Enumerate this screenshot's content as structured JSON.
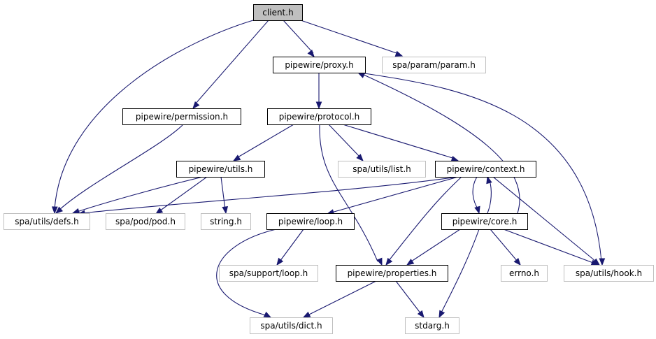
{
  "graph": {
    "colors": {
      "edge": "#191970",
      "root_fill": "#bfbfbf",
      "root_border": "#000000",
      "internal_border": "#000000",
      "external_border": "#bfbfbf"
    },
    "nodes": [
      {
        "id": "client_h",
        "label": "client.h",
        "kind": "root"
      },
      {
        "id": "proxy_h",
        "label": "pipewire/proxy.h",
        "kind": "internal"
      },
      {
        "id": "param_h",
        "label": "spa/param/param.h",
        "kind": "external"
      },
      {
        "id": "permission_h",
        "label": "pipewire/permission.h",
        "kind": "internal"
      },
      {
        "id": "protocol_h",
        "label": "pipewire/protocol.h",
        "kind": "internal"
      },
      {
        "id": "utils_h",
        "label": "pipewire/utils.h",
        "kind": "internal"
      },
      {
        "id": "list_h",
        "label": "spa/utils/list.h",
        "kind": "external"
      },
      {
        "id": "context_h",
        "label": "pipewire/context.h",
        "kind": "internal"
      },
      {
        "id": "defs_h",
        "label": "spa/utils/defs.h",
        "kind": "external"
      },
      {
        "id": "pod_h",
        "label": "spa/pod/pod.h",
        "kind": "external"
      },
      {
        "id": "string_h",
        "label": "string.h",
        "kind": "external"
      },
      {
        "id": "loop_h",
        "label": "pipewire/loop.h",
        "kind": "internal"
      },
      {
        "id": "core_h",
        "label": "pipewire/core.h",
        "kind": "internal"
      },
      {
        "id": "support_loop_h",
        "label": "spa/support/loop.h",
        "kind": "external"
      },
      {
        "id": "properties_h",
        "label": "pipewire/properties.h",
        "kind": "internal"
      },
      {
        "id": "errno_h",
        "label": "errno.h",
        "kind": "external"
      },
      {
        "id": "hook_h",
        "label": "spa/utils/hook.h",
        "kind": "external"
      },
      {
        "id": "dict_h",
        "label": "spa/utils/dict.h",
        "kind": "external"
      },
      {
        "id": "stdarg_h",
        "label": "stdarg.h",
        "kind": "external"
      }
    ],
    "edges": [
      {
        "from": "client_h",
        "to": "proxy_h"
      },
      {
        "from": "client_h",
        "to": "param_h"
      },
      {
        "from": "client_h",
        "to": "permission_h"
      },
      {
        "from": "client_h",
        "to": "defs_h"
      },
      {
        "from": "proxy_h",
        "to": "protocol_h"
      },
      {
        "from": "proxy_h",
        "to": "hook_h"
      },
      {
        "from": "permission_h",
        "to": "defs_h"
      },
      {
        "from": "protocol_h",
        "to": "utils_h"
      },
      {
        "from": "protocol_h",
        "to": "list_h"
      },
      {
        "from": "protocol_h",
        "to": "context_h"
      },
      {
        "from": "protocol_h",
        "to": "properties_h"
      },
      {
        "from": "utils_h",
        "to": "defs_h"
      },
      {
        "from": "utils_h",
        "to": "pod_h"
      },
      {
        "from": "utils_h",
        "to": "string_h"
      },
      {
        "from": "context_h",
        "to": "defs_h"
      },
      {
        "from": "context_h",
        "to": "loop_h"
      },
      {
        "from": "context_h",
        "to": "core_h"
      },
      {
        "from": "context_h",
        "to": "properties_h"
      },
      {
        "from": "context_h",
        "to": "hook_h"
      },
      {
        "from": "core_h",
        "to": "context_h"
      },
      {
        "from": "core_h",
        "to": "proxy_h"
      },
      {
        "from": "core_h",
        "to": "properties_h"
      },
      {
        "from": "core_h",
        "to": "errno_h"
      },
      {
        "from": "core_h",
        "to": "hook_h"
      },
      {
        "from": "core_h",
        "to": "stdarg_h"
      },
      {
        "from": "loop_h",
        "to": "support_loop_h"
      },
      {
        "from": "loop_h",
        "to": "dict_h"
      },
      {
        "from": "properties_h",
        "to": "dict_h"
      },
      {
        "from": "properties_h",
        "to": "stdarg_h"
      }
    ]
  }
}
